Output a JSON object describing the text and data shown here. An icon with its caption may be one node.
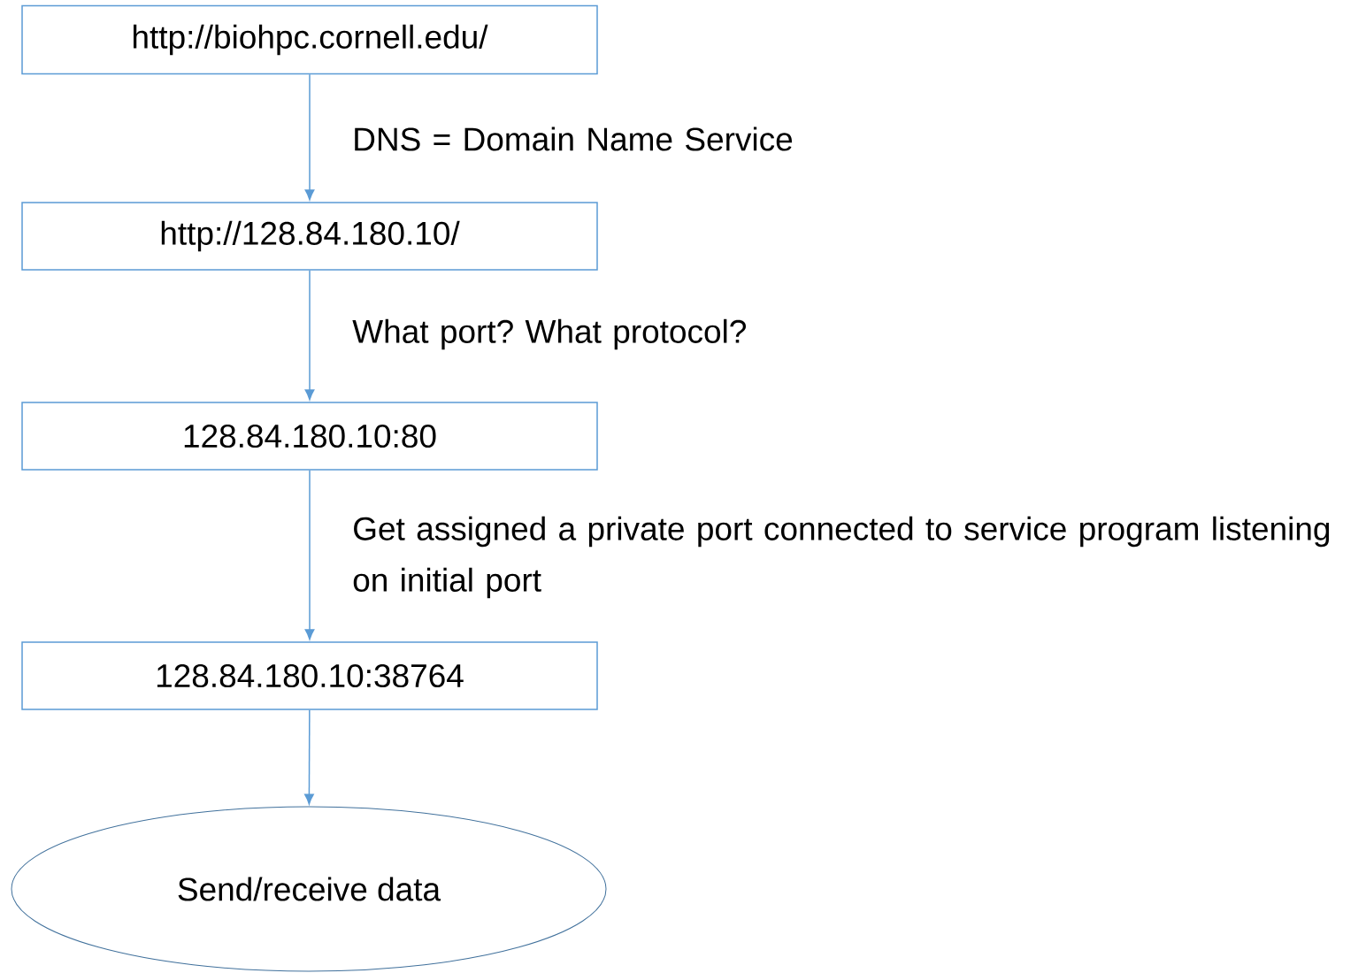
{
  "diagram": {
    "nodes": [
      {
        "text": [
          "http://biohpc.cornell.edu/"
        ]
      },
      {
        "text": [
          "http://128.84.180.10/"
        ]
      },
      {
        "text": [
          "128.84.180.10:80"
        ]
      },
      {
        "text": [
          "128.84.180.10:38764"
        ]
      },
      {
        "text": [
          "Send/receive data"
        ]
      }
    ],
    "edges": [
      {
        "from": 0,
        "to": 1,
        "arrow": "to",
        "label": "DNS = Domain Name Service"
      },
      {
        "from": 1,
        "to": 2,
        "arrow": "to",
        "label": "What port? What protocol?"
      },
      {
        "from": 2,
        "to": 3,
        "arrow": "to",
        "label": "Get assigned a private port connected to service program listening on initial port"
      },
      {
        "from": 3,
        "to": 4,
        "arrow": "to"
      }
    ]
  }
}
